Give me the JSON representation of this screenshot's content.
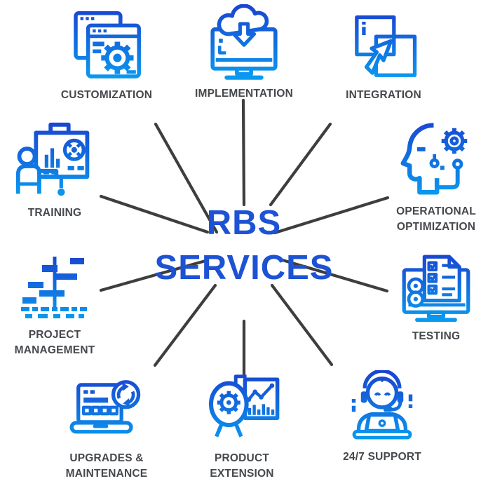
{
  "title": {
    "line1": "RBS",
    "line2": "SERVICES"
  },
  "colors": {
    "title_blue": "#1d52d4",
    "icon_gradient_top": "#1a43cf",
    "icon_gradient_bottom": "#08a0f2",
    "label_gray": "#45484c",
    "connector_gray": "#3e3e3e"
  },
  "nodes": [
    {
      "id": "customization",
      "label1": "CUSTOMIZATION",
      "icon": "windows-gear-icon"
    },
    {
      "id": "implementation",
      "label1": "IMPLEMENTATION",
      "icon": "cloud-download-monitor-icon"
    },
    {
      "id": "integration",
      "label1": "INTEGRATION",
      "icon": "windows-cursor-icon"
    },
    {
      "id": "training",
      "label1": "TRAINING",
      "icon": "presentation-trainer-icon"
    },
    {
      "id": "operational-optimization",
      "label1": "OPERATIONAL",
      "label2": "OPTIMIZATION",
      "icon": "head-gear-circuit-icon"
    },
    {
      "id": "project-management",
      "label1": "PROJECT",
      "label2": "MANAGEMENT",
      "icon": "gantt-chart-icon"
    },
    {
      "id": "testing",
      "label1": "TESTING",
      "icon": "checklist-monitor-icon"
    },
    {
      "id": "upgrades-maintenance",
      "label1": "UPGRADES &",
      "label2": "MAINTENANCE",
      "icon": "laptop-sync-icon"
    },
    {
      "id": "product-extension",
      "label1": "PRODUCT",
      "label2": "EXTENSION",
      "icon": "mind-gear-chart-icon"
    },
    {
      "id": "support-24-7",
      "label1": "24/7 SUPPORT",
      "icon": "headset-agent-laptop-icon"
    }
  ]
}
